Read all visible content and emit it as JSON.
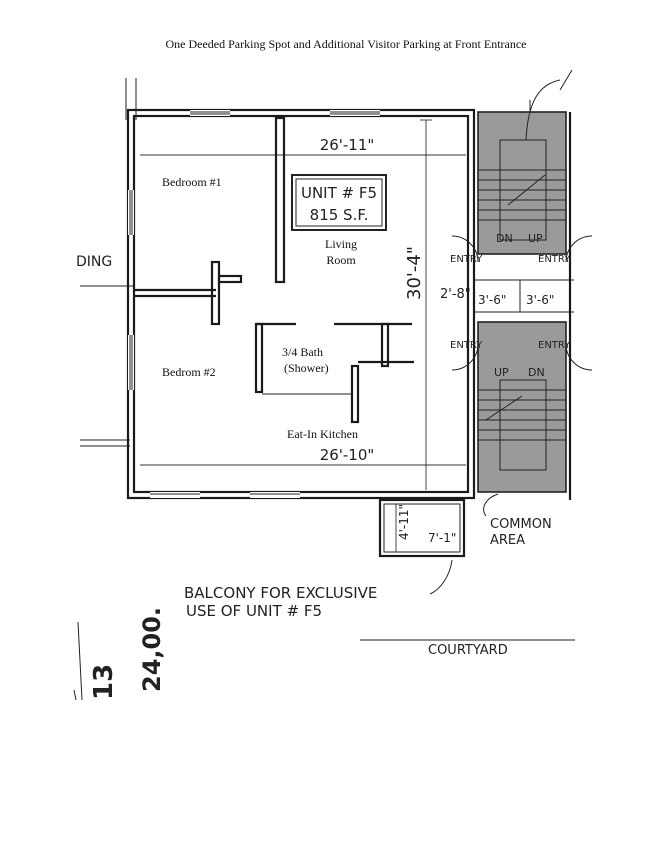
{
  "header": {
    "title": "One Deeded Parking Spot and Additional Visitor Parking at Front Entrance"
  },
  "rooms": {
    "bedroom1": "Bedroom #1",
    "living_line1": "Living",
    "living_line2": "Room",
    "bath_line1": "3/4 Bath",
    "bath_line2": "(Shower)",
    "bedroom2": "Bedrom #2",
    "kitchen": "Eat-In Kitchen"
  },
  "unit_stamp": {
    "line1": "UNIT # F5",
    "line2": "815 S.F."
  },
  "dimensions": {
    "top_width": "26'-11\"",
    "height": "30'-4\"",
    "bottom_width": "26'-10\"",
    "corridor": "2'-8\"",
    "stair_a": "3'-6\"",
    "stair_b": "3'-6\"",
    "balcony_depth": "4'-11\"",
    "balcony_width": "7'-1\""
  },
  "stairs": {
    "upper_dn": "DN",
    "upper_up": "UP",
    "entry_left_top": "ENTRY",
    "entry_right_top": "ENTRY",
    "entry_left_bottom": "ENTRY",
    "entry_right_bottom": "ENTRY",
    "lower_up": "UP",
    "lower_dn": "DN"
  },
  "annotations": {
    "common_area_line1": "COMMON",
    "common_area_line2": "AREA",
    "balcony_line1": "BALCONY FOR EXCLUSIVE",
    "balcony_line2": "USE OF UNIT # F5",
    "courtyard": "COURTYARD",
    "left_fragment": "DING",
    "margin_note_a": "13",
    "margin_note_b": "24,00."
  },
  "colors": {
    "stair_fill": "#9a9a9a",
    "ink": "#1a1a1a"
  }
}
